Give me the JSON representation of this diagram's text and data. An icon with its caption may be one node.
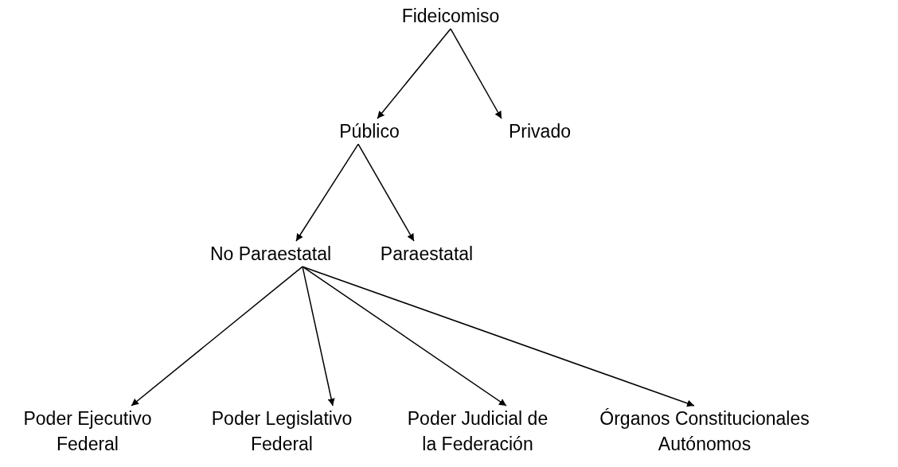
{
  "diagram": {
    "nodes": [
      {
        "text": [
          "Fideicomiso"
        ]
      },
      {
        "text": [
          "Público"
        ]
      },
      {
        "text": [
          "Privado"
        ]
      },
      {
        "text": [
          "No Paraestatal"
        ]
      },
      {
        "text": [
          "Paraestatal"
        ]
      },
      {
        "text": [
          "Poder Ejecutivo Federal"
        ]
      },
      {
        "text": [
          "Poder Legislativo Federal"
        ]
      },
      {
        "text": [
          "Poder Judicial de la Federación"
        ]
      },
      {
        "text": [
          "Órganos Constitucionales Autónomos"
        ]
      }
    ],
    "edges": [
      {
        "from": 0,
        "to": 1,
        "arrow": "to"
      },
      {
        "from": 0,
        "to": 2,
        "arrow": "to"
      },
      {
        "from": 1,
        "to": 3,
        "arrow": "to"
      },
      {
        "from": 1,
        "to": 4,
        "arrow": "to"
      },
      {
        "from": 3,
        "to": 5,
        "arrow": "to"
      },
      {
        "from": 3,
        "to": 6,
        "arrow": "to"
      },
      {
        "from": 3,
        "to": 7,
        "arrow": "to"
      },
      {
        "from": 3,
        "to": 8,
        "arrow": "to"
      }
    ]
  }
}
